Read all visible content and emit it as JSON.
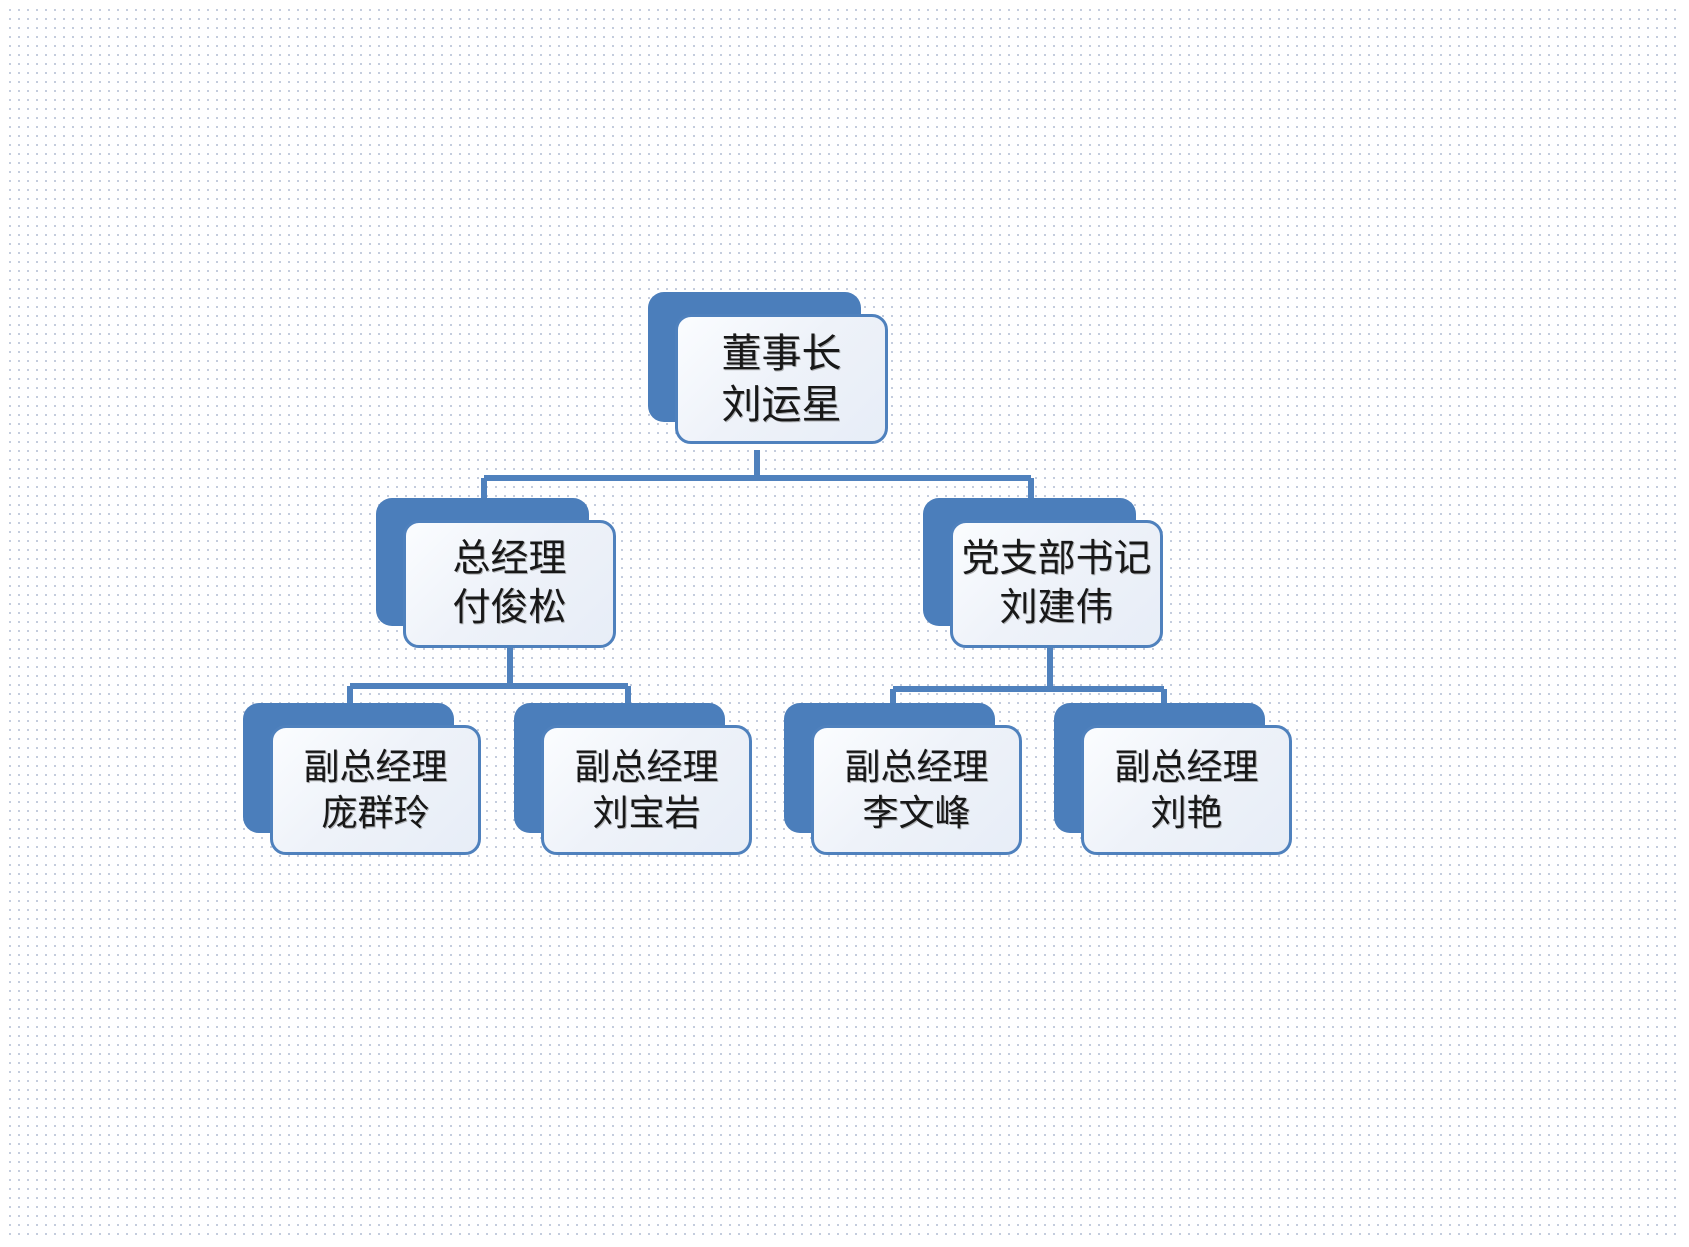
{
  "document": {
    "kind": "organization-chart",
    "background_color": "#ffffff",
    "accent_color": "#4F81BD",
    "shadow_color": "#4B7EBB",
    "card_fill": "#eef2f9",
    "text_color": "#181818"
  },
  "chart_data": {
    "type": "diagram",
    "title": "",
    "orientation": "top-down",
    "levels": 3,
    "nodes": [
      {
        "id": "n1",
        "title": "董事长",
        "name": "刘运星",
        "level": 1,
        "parent": null
      },
      {
        "id": "n2",
        "title": "总经理",
        "name": "付俊松",
        "level": 2,
        "parent": "n1"
      },
      {
        "id": "n3",
        "title": "党支部书记",
        "name": "刘建伟",
        "level": 2,
        "parent": "n1"
      },
      {
        "id": "n4",
        "title": "副总经理",
        "name": "庞群玲",
        "level": 3,
        "parent": "n2"
      },
      {
        "id": "n5",
        "title": "副总经理",
        "name": "刘宝岩",
        "level": 3,
        "parent": "n2"
      },
      {
        "id": "n6",
        "title": "副总经理",
        "name": "李文峰",
        "level": 3,
        "parent": "n3"
      },
      {
        "id": "n7",
        "title": "副总经理",
        "name": "刘艳",
        "level": 3,
        "parent": "n3"
      }
    ]
  },
  "chairman": {
    "title": "董事长",
    "name": "刘运星"
  },
  "general_manager": {
    "title": "总经理",
    "name": "付俊松"
  },
  "party_secretary": {
    "title": "党支部书记",
    "name": "刘建伟"
  },
  "deputies": [
    {
      "title": "副总经理",
      "name": "庞群玲"
    },
    {
      "title": "副总经理",
      "name": "刘宝岩"
    },
    {
      "title": "副总经理",
      "name": "李文峰"
    },
    {
      "title": "副总经理",
      "name": "刘艳"
    }
  ]
}
